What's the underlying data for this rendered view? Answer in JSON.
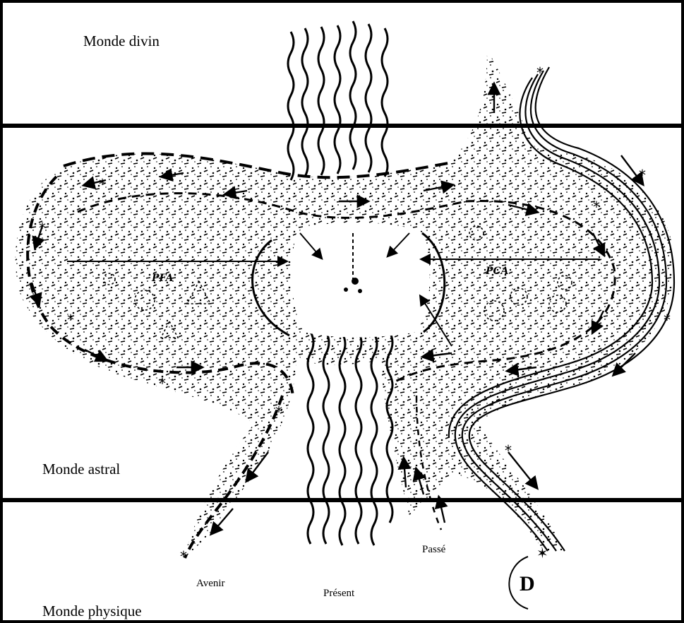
{
  "labels": {
    "monde_divin": "Monde divin",
    "monde_astral": "Monde astral",
    "monde_physique": "Monde physique",
    "avenir": "Avenir",
    "present": "Présent",
    "passe": "Passé",
    "pfa": "PFA",
    "pca": "PCA",
    "signature": "D"
  }
}
